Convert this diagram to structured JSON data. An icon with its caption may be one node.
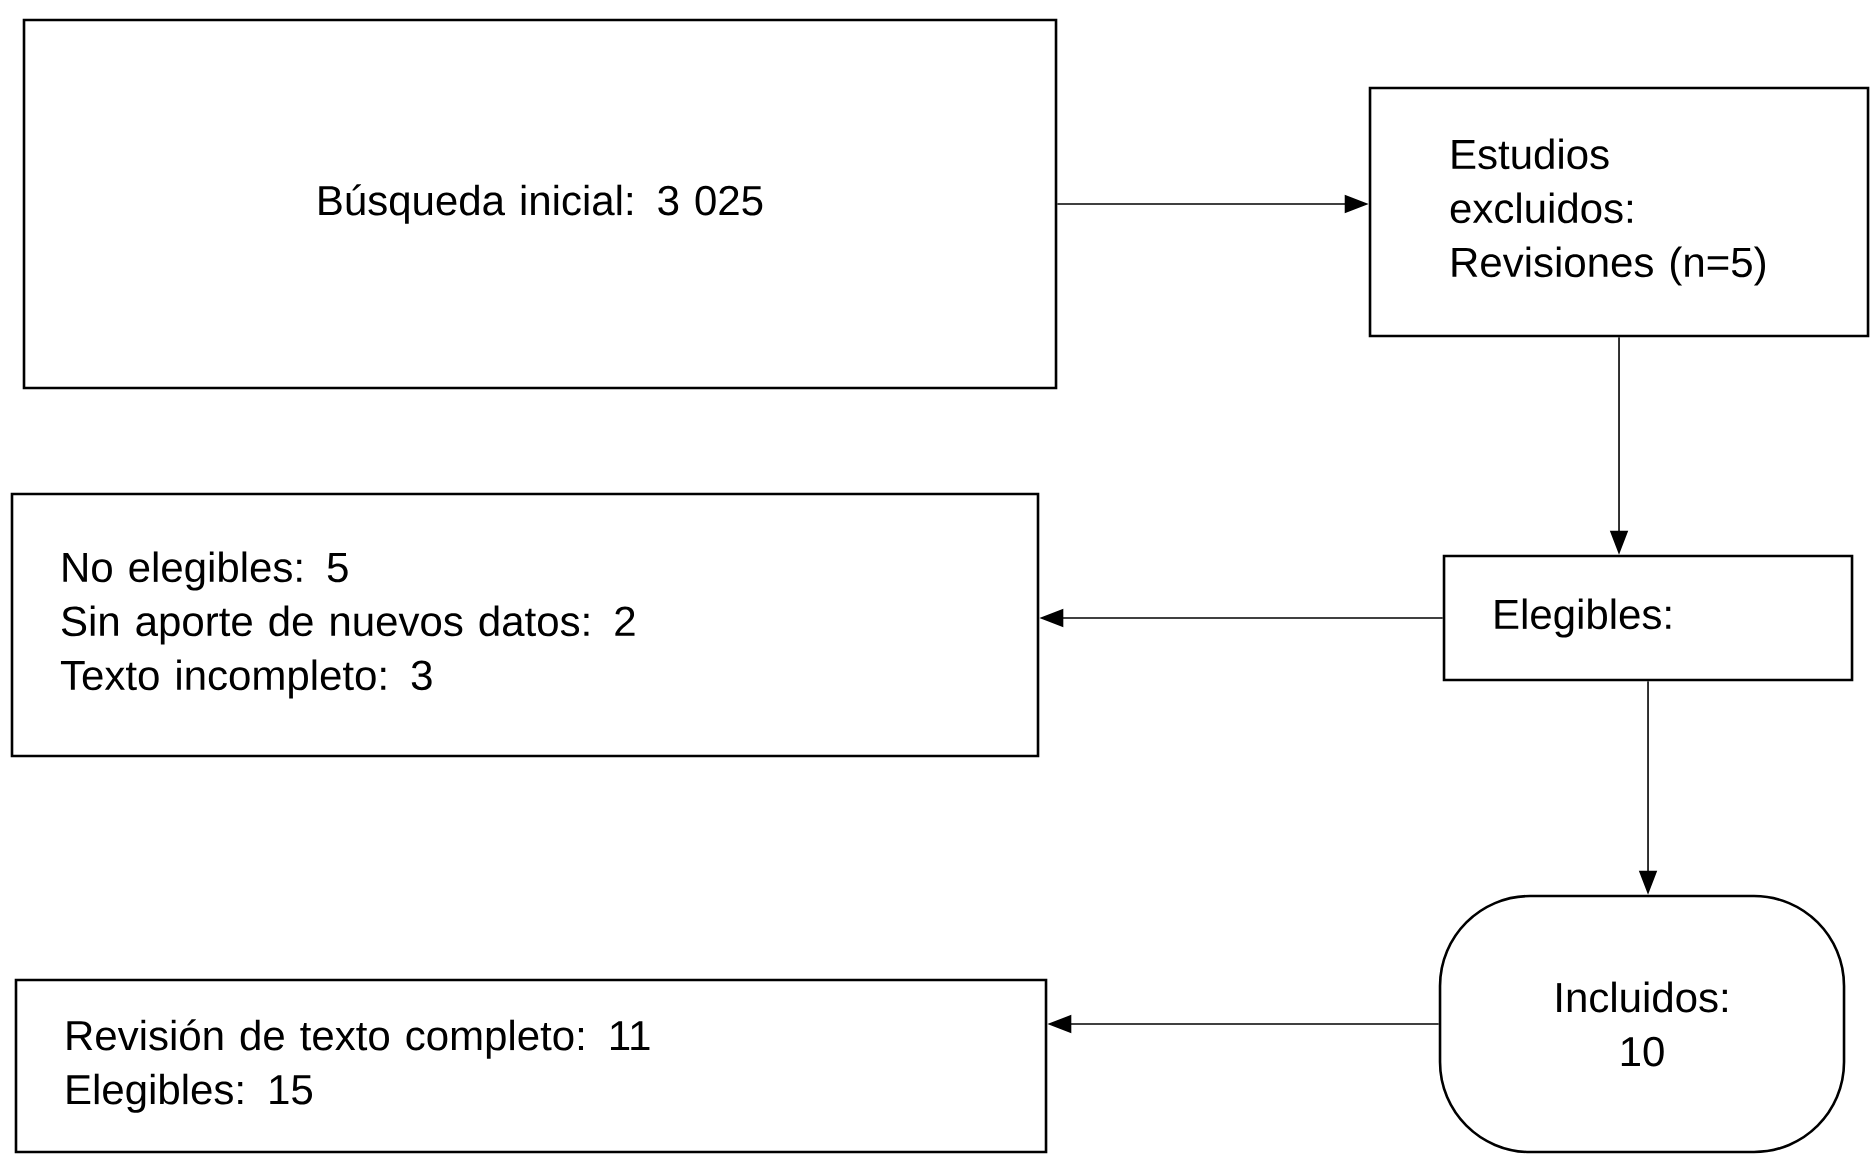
{
  "diagram": {
    "nodes": [
      {
        "text": [
          "Búsqueda inicial: 3 025"
        ]
      },
      {
        "text": [
          "Estudios excluidos: Revisiones (n=5)"
        ]
      },
      {
        "text": [
          "Elegibles:"
        ]
      },
      {
        "text": [
          "No elegibles: 5",
          "Sin aporte de nuevos datos: 2",
          "Texto incompleto: 3"
        ]
      },
      {
        "text": [
          "Incluidos: 10"
        ]
      },
      {
        "text": [
          "Revisión de texto completo: 11",
          "Elegibles:  15"
        ]
      }
    ],
    "edges": [
      {
        "from": 0,
        "to": 1,
        "arrow": "to"
      },
      {
        "from": 1,
        "to": 2,
        "arrow": "to"
      },
      {
        "from": 2,
        "to": 3,
        "arrow": "to"
      },
      {
        "from": 2,
        "to": 4,
        "arrow": "to"
      },
      {
        "from": 4,
        "to": 5,
        "arrow": "to"
      }
    ]
  }
}
